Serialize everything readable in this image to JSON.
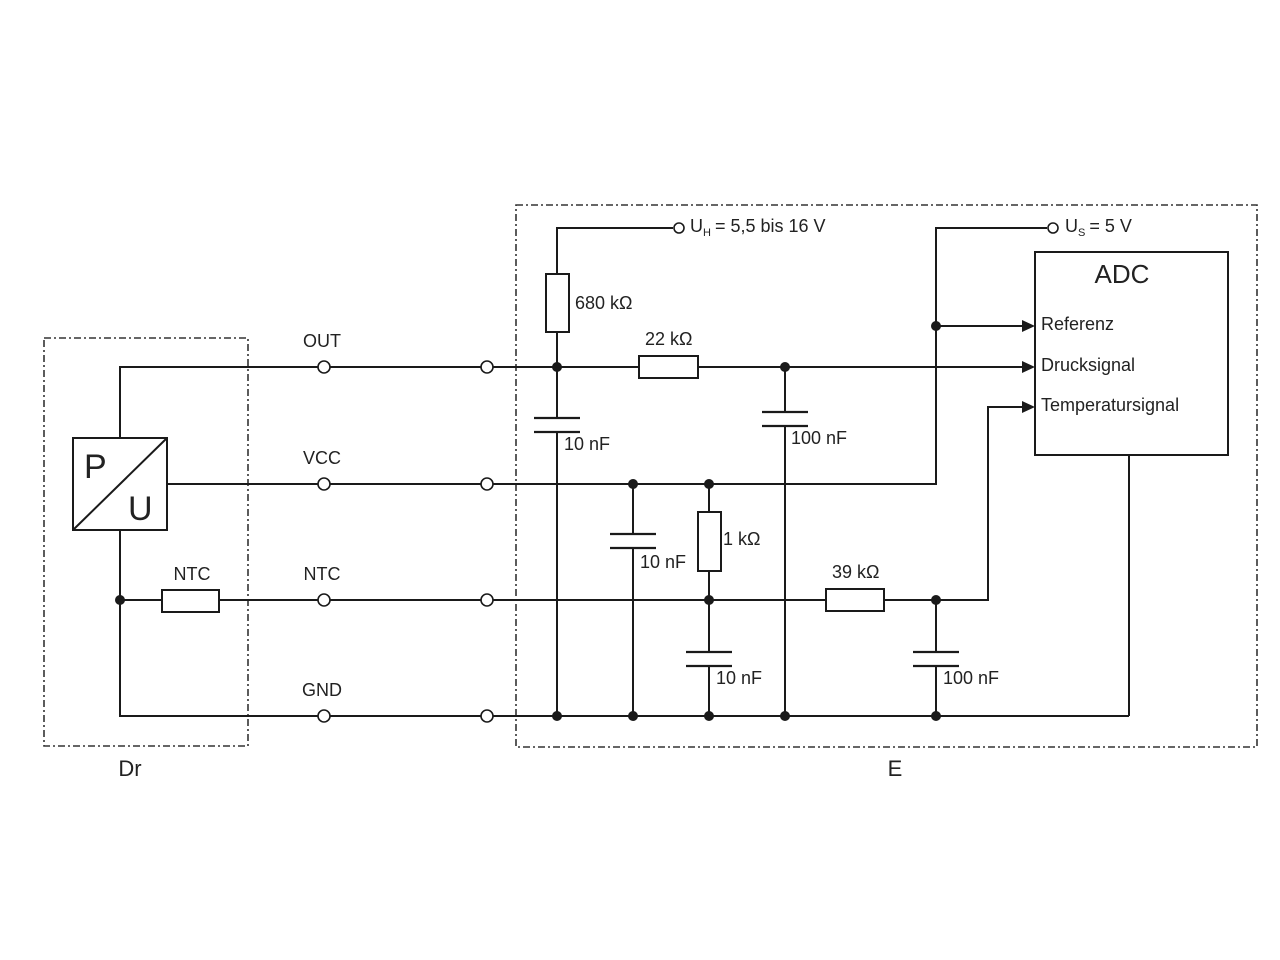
{
  "blocks": {
    "sensor": "Dr",
    "electronics": "E",
    "adc": "ADC"
  },
  "transducer": {
    "p": "P",
    "u": "U"
  },
  "lines": {
    "out": "OUT",
    "vcc": "VCC",
    "ntc": "NTC",
    "gnd": "GND"
  },
  "supply": {
    "uh_symbol": "U",
    "uh_sub": "H",
    "uh_value": "= 5,5 bis 16 V",
    "us_symbol": "U",
    "us_sub": "S",
    "us_value": "= 5 V"
  },
  "adc_inputs": {
    "ref": "Referenz",
    "pressure": "Drucksignal",
    "temp": "Temperatursignal"
  },
  "components": {
    "ntc_sensor": "NTC",
    "r_pullup": "680 kΩ",
    "r_out": "22 kΩ",
    "c_out1": "10 nF",
    "c_out2": "100 nF",
    "c_vcc": "10 nF",
    "r_1k": "1 kΩ",
    "c_ntc1": "10 nF",
    "r_39k": "39 kΩ",
    "c_ntc2": "100 nF"
  }
}
